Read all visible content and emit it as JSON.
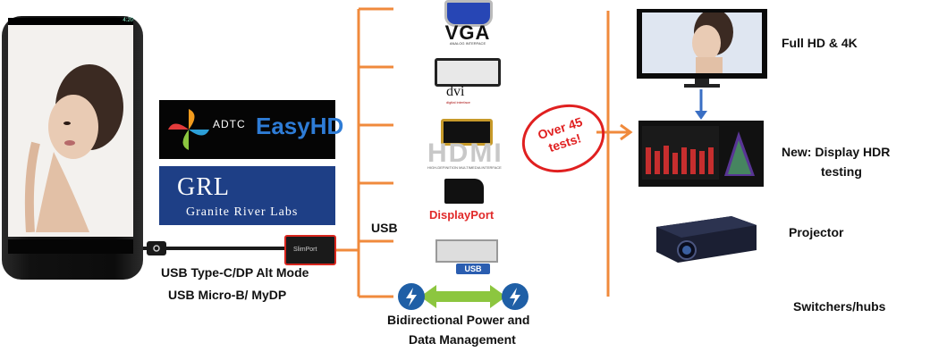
{
  "title": "",
  "adtc_logo": {
    "prefix": "ADTC",
    "name": "EasyHD"
  },
  "grl_logo": {
    "short": "GRL",
    "full": "Granite River Labs"
  },
  "adapter_label": "SlimPort",
  "phone_status_time": "4:20",
  "cable_labels": [
    "USB Type-C/DP Alt Mode",
    "USB Micro-B/ MyDP"
  ],
  "interfaces": {
    "vga": {
      "label": "VGA",
      "sub": "ANALOG INTERFACE"
    },
    "dvi": {
      "label": "dvi",
      "sub": "digital interface"
    },
    "hdmi": {
      "label": "HDMI",
      "sub": "HIGH-DEFINITION MULTIMEDIA INTERFACE"
    },
    "displayport": {
      "label": "DisplayPort"
    },
    "usb": {
      "label": "USB",
      "logo_text": "USB"
    }
  },
  "power_label": [
    "Bidirectional Power  and",
    "Data Management"
  ],
  "tests_badge": [
    "Over 45",
    "tests!"
  ],
  "outputs": {
    "fullhd": "Full HD & 4K",
    "hdr": [
      "New: Display HDR",
      "testing"
    ],
    "projector": "Projector",
    "switchers": "Switchers/hubs"
  },
  "colors": {
    "line": "#f08a3c",
    "accent_red": "#e02020",
    "arrow_blue": "#3a6fc4",
    "power_green": "#8cc63f",
    "grl_blue": "#1e3f86"
  }
}
